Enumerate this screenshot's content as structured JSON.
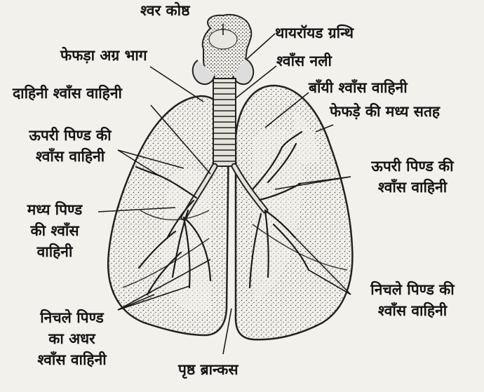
{
  "diagram": {
    "labels": {
      "larynx": "श्वर कोष्ठ",
      "thyroid_gland": "थायरॉयड ग्रन्थि",
      "lung_apex": "फेफड़ा अग्र भाग",
      "trachea": "श्वाँस नली",
      "right_bronchus": "दाहिनी श्वाँस वाहिनी",
      "left_bronchus": "बाँयी श्वाँस वाहिनी",
      "mediastinal_surface": "फेफड़े की मध्य सतह",
      "right_upper_lobe_bronchus": [
        "ऊपरी पिण्ड की",
        "श्वाँस वाहिनी"
      ],
      "left_upper_lobe_bronchus": [
        "ऊपरी पिण्ड की",
        "श्वाँस वाहिनी"
      ],
      "middle_lobe_bronchus": [
        "मध्य पिण्ड",
        "की श्वाँस",
        "वाहिनी"
      ],
      "left_lower_lobe_bronchus": [
        "निचले पिण्ड की",
        "श्वाँस वाहिनी"
      ],
      "right_lower_lobe_bronchus": [
        "निचले पिण्ड",
        "का अधर",
        "श्वाँस वाहिनी"
      ],
      "posterior_bronchus": "पृष्ठ ब्रान्कस"
    }
  }
}
